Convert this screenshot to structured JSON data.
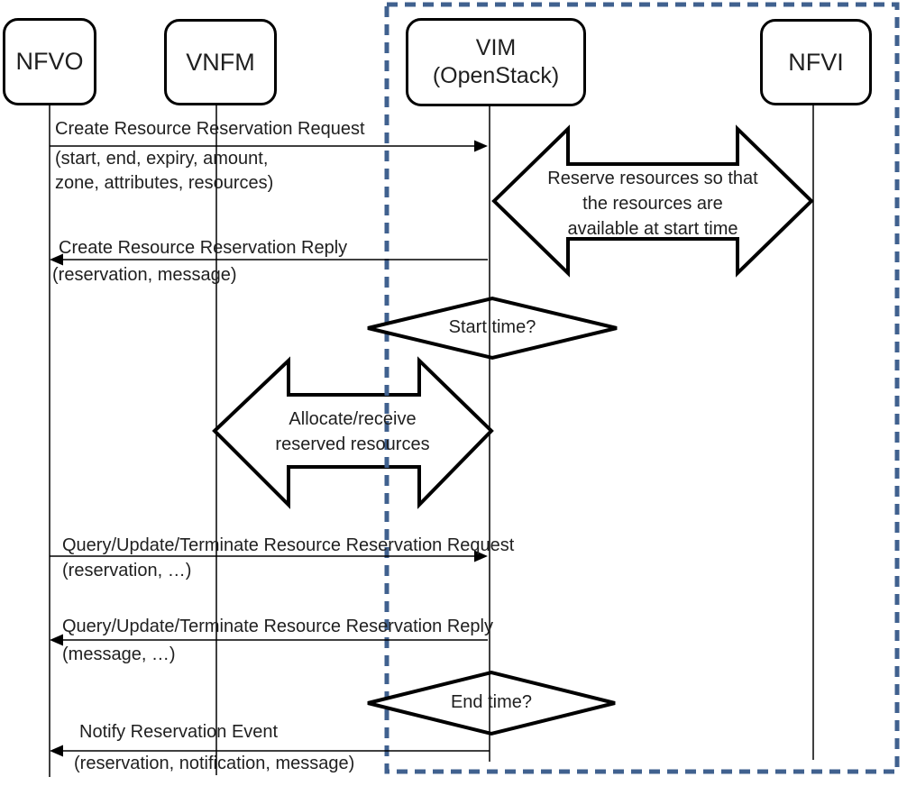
{
  "actors": [
    {
      "name": "NFVO"
    },
    {
      "name": "VNFM"
    },
    {
      "name": "VIM",
      "subtitle": "(OpenStack)"
    },
    {
      "name": "NFVI"
    }
  ],
  "messages": [
    {
      "from": "NFVO",
      "to": "VIM",
      "direction": "right",
      "title": "Create Resource Reservation Request",
      "param_lines": [
        "(start, end, expiry, amount,",
        "zone, attributes, resources)"
      ]
    },
    {
      "from": "VIM",
      "to": "NFVO",
      "direction": "left",
      "title": "Create Resource Reservation Reply",
      "param_lines": [
        "(reservation, message)"
      ]
    },
    {
      "from": "NFVO",
      "to": "VIM",
      "direction": "right",
      "title": "Query/Update/Terminate Resource Reservation Request",
      "param_lines": [
        "(reservation, …)"
      ]
    },
    {
      "from": "VIM",
      "to": "NFVO",
      "direction": "left",
      "title": "Query/Update/Terminate Resource Reservation Reply",
      "param_lines": [
        "(message, …)"
      ]
    },
    {
      "from": "VIM",
      "to": "NFVO",
      "direction": "left",
      "title": "Notify Reservation Event",
      "param_lines": [
        "(reservation, notification, message)"
      ]
    }
  ],
  "decisions": [
    {
      "label": "Start time?"
    },
    {
      "label": "End time?"
    }
  ],
  "activities": [
    {
      "between": [
        "VIM",
        "NFVI"
      ],
      "lines": [
        "Reserve resources so that",
        "the resources are",
        "available at start time"
      ]
    },
    {
      "between": [
        "VNFM",
        "VIM"
      ],
      "lines": [
        "Allocate/receive",
        "reserved resources"
      ]
    }
  ],
  "colors": {
    "stroke": "#000000",
    "scope_border": "#40618F",
    "text": "#1F1F1F",
    "shape_fill": "#FFFFFF"
  }
}
